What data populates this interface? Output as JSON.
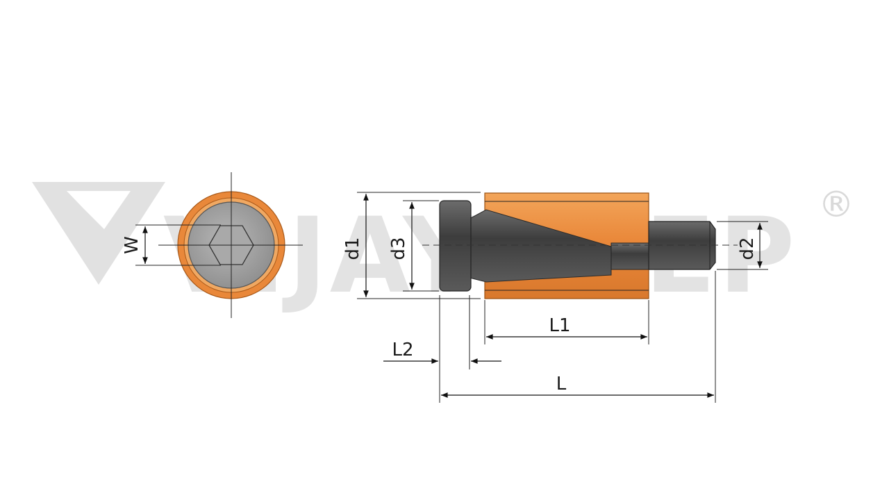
{
  "watermark": {
    "brand": "VIJAYDEEP",
    "registered_mark": "®"
  },
  "dimensions": {
    "w": "W",
    "d1": "d1",
    "d3": "d3",
    "d2": "d2",
    "l1": "L1",
    "l2": "L2",
    "l": "L"
  },
  "colors": {
    "bushing": "#e9883a",
    "bushing_dark": "#c96a20",
    "bolt": "#4a4a4a",
    "bolt_light": "#7a7a7a",
    "watermark": "#c9c9c9"
  }
}
